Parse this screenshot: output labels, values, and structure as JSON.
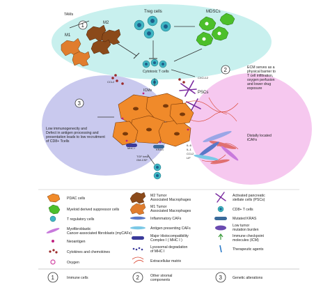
{
  "regions": {
    "immune": {
      "tams": "TAMs",
      "m1": "M1",
      "m2": "M2",
      "treg": "Treg cells",
      "mdscs": "MDSCs",
      "cytotoxic": "Cytotoxic T cells",
      "ccl2": "CCL2",
      "icms": "ICMs",
      "number": "1"
    },
    "stroma": {
      "number": "2",
      "cxcl12": "CXCL12",
      "ecm_text": [
        "ECM serves as a",
        "physical barrier to",
        "T cell infiltration,",
        "oxygen perfusion",
        "and lower drug",
        "exposure"
      ],
      "pscs": "PSCs",
      "icaf_text": [
        "Distally located",
        "iCAFs"
      ],
      "cytokines": [
        "IL-6",
        "IL-1",
        "CCL2",
        "LIF"
      ]
    },
    "genetic": {
      "number": "3",
      "low_immunogenicity": [
        "Low immunogenecity and",
        "Defect in antigen processing and",
        "presentation leads to low recruitment",
        "of CD8+ Tcells"
      ],
      "mhc_label": "MHC I",
      "kras_label": "KRAS",
      "tgfb_label": [
        "TGF beta",
        "GM-CSF"
      ]
    }
  },
  "legend": {
    "col1": [
      {
        "icon": "pdac-cell-icon",
        "label": [
          "PDAC cells"
        ]
      },
      {
        "icon": "mdsc-icon",
        "label": [
          "Myeloid derived suppressor cells"
        ]
      },
      {
        "icon": "treg-icon",
        "label": [
          "T regulatory cells"
        ]
      },
      {
        "icon": "mycaf-icon",
        "label": [
          "Myofibroblastic",
          "Cancer-associated fibroblasts (myCAFs)"
        ]
      },
      {
        "icon": "neoantigen-icon",
        "label": [
          "Neoantigen"
        ]
      },
      {
        "icon": "cytokine-icon",
        "label": [
          "Cytokines and chemokines"
        ]
      },
      {
        "icon": "oxygen-icon",
        "label": [
          "Oxygen"
        ]
      }
    ],
    "col2": [
      {
        "icon": "m2-macrophage-icon",
        "label": [
          "M2 Tumor",
          "Associated Macrophages"
        ]
      },
      {
        "icon": "m1-macrophage-icon",
        "label": [
          "M1 Tumor",
          "Associated Macrophages"
        ]
      },
      {
        "icon": "icaf-icon",
        "label": [
          "Inflammatory CAFs"
        ]
      },
      {
        "icon": "apcaf-icon",
        "label": [
          "Antigen presenting CAFs"
        ]
      },
      {
        "icon": "mhc-icon",
        "label": [
          "Major Histocompatibility",
          "Complex I ( MHC I )"
        ]
      },
      {
        "icon": "lysosome-icon",
        "label": [
          "Lysosomal degradation",
          "of MHC I"
        ]
      },
      {
        "icon": "ecm-icon",
        "label": [
          "Extracellular matrix"
        ]
      }
    ],
    "col3": [
      {
        "icon": "psc-icon",
        "label": [
          "Activated pancreatic",
          "stellate cells (PSCs)"
        ]
      },
      {
        "icon": "cd8-icon",
        "label": [
          "CD8+ T cells"
        ]
      },
      {
        "icon": "kras-icon",
        "label": [
          "Mutated KRAS"
        ]
      },
      {
        "icon": "tmb-icon",
        "label": [
          "Low tumor",
          "mutation burden"
        ]
      },
      {
        "icon": "checkpoint-icon",
        "label": [
          "Immune checkpoint",
          "molecules (ICM)"
        ]
      },
      {
        "icon": "therapeutic-icon",
        "label": [
          "Therapeutic agents"
        ]
      }
    ],
    "footer": [
      {
        "number": "1",
        "label": "Immune cells"
      },
      {
        "number": "2",
        "label": "Other stromal",
        "label2": "components"
      },
      {
        "number": "3",
        "label": "Genetic alterations"
      }
    ]
  },
  "colors": {
    "immune_bg": "#c8f0ee",
    "stroma_bg": "#f6c8ef",
    "genetic_bg": "#c9c9ee",
    "tumor": "#f08a2a",
    "macrophage": "#8b4a1a",
    "mdsc": "#4cbf2a",
    "tcell": "#3fb6c4"
  }
}
